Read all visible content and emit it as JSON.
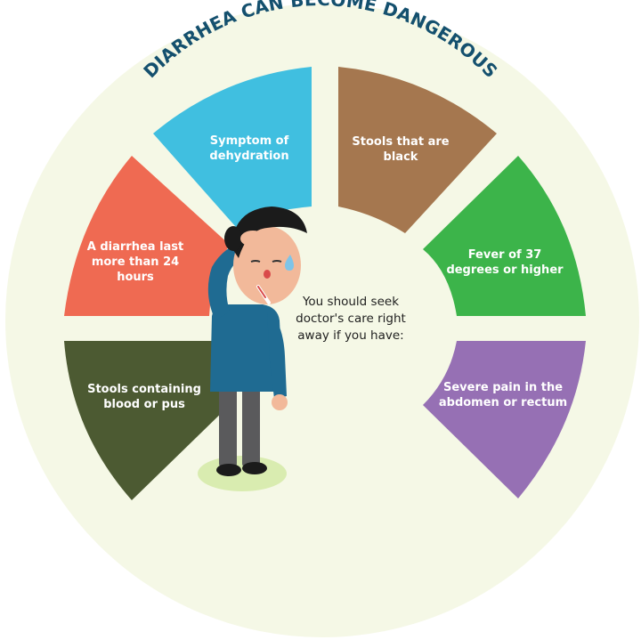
{
  "title": "DIARRHEA CAN BECOME DANGEROUS",
  "center_text": "You should seek doctor's care right away if you have:",
  "segments": [
    {
      "label": "Symptom of dehydration",
      "color": "#40bfe0"
    },
    {
      "label": "Stools that are black",
      "color": "#a5774f"
    },
    {
      "label": "Fever of  37 degrees or higher",
      "color": "#3cb44a"
    },
    {
      "label": "Severe pain in the abdomen or rectum",
      "color": "#9670b4"
    },
    {
      "label": "Stools containing blood or pus",
      "color": "#4c5a32"
    },
    {
      "label": "A diarrhea last more than 24 hours",
      "color": "#ef6a52"
    }
  ],
  "colors": {
    "background_circle": "#f5f8e6",
    "title": "#14506e"
  },
  "figure": "person-with-fever-illustration"
}
